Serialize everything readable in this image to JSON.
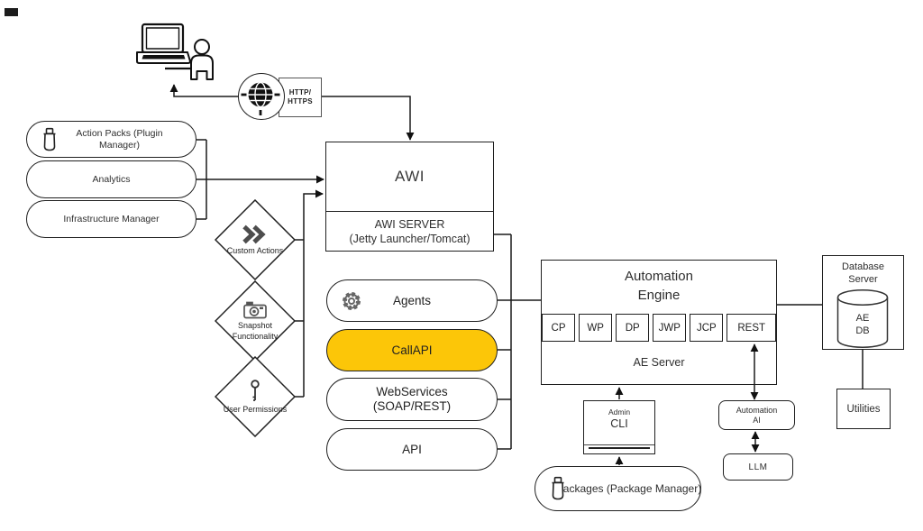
{
  "client_access": {
    "http_line1": "HTTP/",
    "http_line2": "HTTPS"
  },
  "left_modules": {
    "action_packs": "Action Packs (Plugin Manager)",
    "analytics": "Analytics",
    "infrastructure_manager": "Infrastructure Manager"
  },
  "feature_diamonds": {
    "custom_actions": "Custom Actions",
    "snapshot_line1": "Snapshot",
    "snapshot_line2": "Functionality",
    "user_permissions": "User Permissions"
  },
  "awi": {
    "title": "AWI",
    "server_line1": "AWI SERVER",
    "server_line2": "(Jetty Launcher/Tomcat)"
  },
  "interfaces": {
    "agents": "Agents",
    "callapi": "CallAPI",
    "webservices_line1": "WebServices",
    "webservices_line2": "(SOAP/REST)",
    "api": "API"
  },
  "automation_engine": {
    "title_line1": "Automation",
    "title_line2": "Engine",
    "processes": [
      "CP",
      "WP",
      "DP",
      "JWP",
      "JCP",
      "REST"
    ],
    "server_label": "AE Server"
  },
  "database": {
    "title_line1": "Database",
    "title_line2": "Server",
    "db_line1": "AE",
    "db_line2": "DB"
  },
  "utilities_label": "Utilities",
  "admin_cli": {
    "line1": "Admin",
    "line2": "CLI"
  },
  "automation_ai": {
    "line1": "Automation",
    "line2": "AI"
  },
  "llm_label": "LLM",
  "packages_label": "Packages (Package Manager)",
  "icons": {
    "client": "laptop-user",
    "network": "globe",
    "action_packs": "package",
    "packages": "package",
    "agents": "gear",
    "custom_actions": "double-chevron",
    "snapshot_functionality": "camera",
    "user_permissions": "key"
  },
  "colors": {
    "callapi_fill": "#FCC608",
    "stroke": "#1f1f1f"
  }
}
